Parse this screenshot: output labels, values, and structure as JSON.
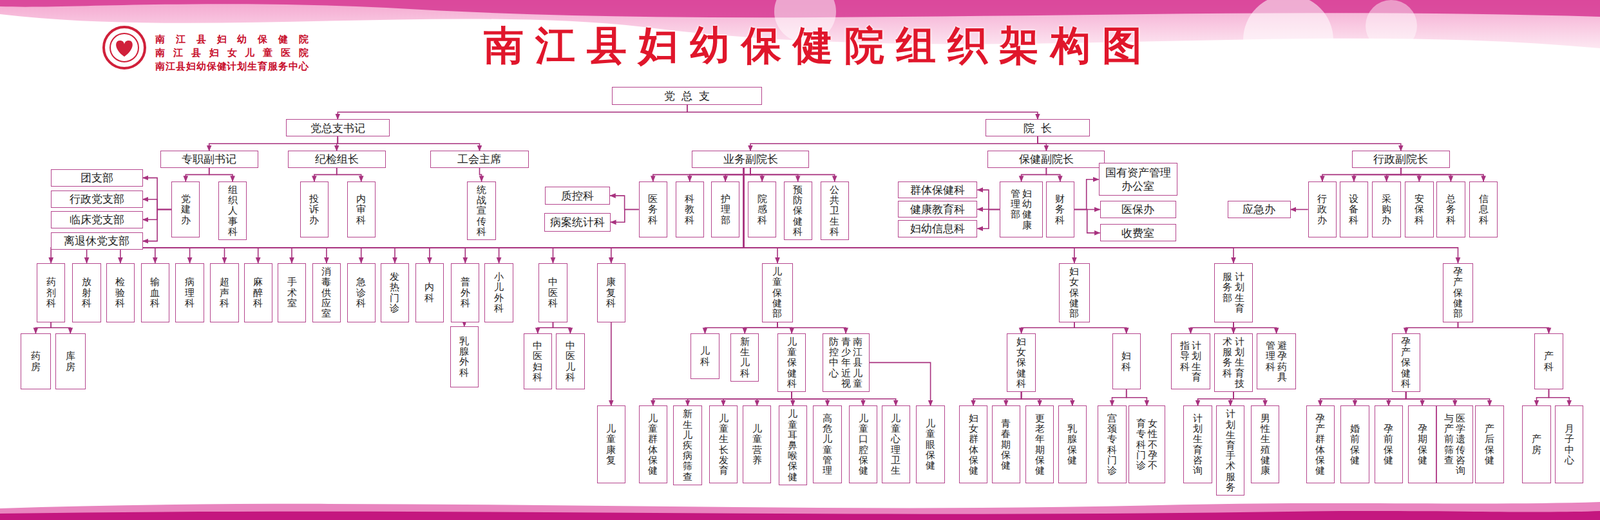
{
  "diagram": {
    "title": "南江县妇幼保健院组织架构图",
    "nodes": [
      {
        "text": [
          "党总支"
        ]
      },
      {
        "text": [
          "党总支书记"
        ]
      },
      {
        "text": [
          "院长"
        ]
      },
      {
        "text": [
          "专职副书记"
        ]
      },
      {
        "text": [
          "纪检组长"
        ]
      },
      {
        "text": [
          "工会主席"
        ]
      },
      {
        "text": [
          "业务副院长"
        ]
      },
      {
        "text": [
          "保健副院长"
        ]
      },
      {
        "text": [
          "行政副院长"
        ]
      },
      {
        "text": [
          "团支部"
        ]
      },
      {
        "text": [
          "行政党支部"
        ]
      },
      {
        "text": [
          "临床党支部"
        ]
      },
      {
        "text": [
          "离退休党支部"
        ]
      },
      {
        "text": [
          "党建办"
        ]
      },
      {
        "text": [
          "组织人事科"
        ]
      },
      {
        "text": [
          "投诉办"
        ]
      },
      {
        "text": [
          "内审科"
        ]
      },
      {
        "text": [
          "统战宣传科"
        ]
      },
      {
        "text": [
          "质控科"
        ]
      },
      {
        "text": [
          "病案统计科"
        ]
      },
      {
        "text": [
          "医务科"
        ]
      },
      {
        "text": [
          "科教科"
        ]
      },
      {
        "text": [
          "护理部"
        ]
      },
      {
        "text": [
          "院感科"
        ]
      },
      {
        "text": [
          "预防保健科"
        ]
      },
      {
        "text": [
          "公共卫生科"
        ]
      },
      {
        "text": [
          "群体保健科"
        ]
      },
      {
        "text": [
          "健康教育科"
        ]
      },
      {
        "text": [
          "妇幼信息科"
        ]
      },
      {
        "text": [
          "妇幼健康管理部"
        ]
      },
      {
        "text": [
          "财务科"
        ]
      },
      {
        "text": [
          "国有资产管理办公室"
        ]
      },
      {
        "text": [
          "医保办"
        ]
      },
      {
        "text": [
          "收费室"
        ]
      },
      {
        "text": [
          "应急办"
        ]
      },
      {
        "text": [
          "行政办"
        ]
      },
      {
        "text": [
          "设备科"
        ]
      },
      {
        "text": [
          "采购办"
        ]
      },
      {
        "text": [
          "安保科"
        ]
      },
      {
        "text": [
          "总务科"
        ]
      },
      {
        "text": [
          "信息科"
        ]
      },
      {
        "text": [
          "药剂科"
        ]
      },
      {
        "text": [
          "放射科"
        ]
      },
      {
        "text": [
          "检验科"
        ]
      },
      {
        "text": [
          "输血科"
        ]
      },
      {
        "text": [
          "病理科"
        ]
      },
      {
        "text": [
          "超声科"
        ]
      },
      {
        "text": [
          "麻醉科"
        ]
      },
      {
        "text": [
          "手术室"
        ]
      },
      {
        "text": [
          "消毒供应室"
        ]
      },
      {
        "text": [
          "急诊科"
        ]
      },
      {
        "text": [
          "发热门诊"
        ]
      },
      {
        "text": [
          "内科"
        ]
      },
      {
        "text": [
          "普外科"
        ]
      },
      {
        "text": [
          "小儿外科"
        ]
      },
      {
        "text": [
          "中医科"
        ]
      },
      {
        "text": [
          "康复科"
        ]
      },
      {
        "text": [
          "儿童保健部"
        ]
      },
      {
        "text": [
          "妇女保健部"
        ]
      },
      {
        "text": [
          "计划生育服务部"
        ]
      },
      {
        "text": [
          "孕产保健部"
        ]
      },
      {
        "text": [
          "药房"
        ]
      },
      {
        "text": [
          "库房"
        ]
      },
      {
        "text": [
          "乳腺外科"
        ]
      },
      {
        "text": [
          "中医妇科"
        ]
      },
      {
        "text": [
          "中医儿科"
        ]
      },
      {
        "text": [
          "儿科"
        ]
      },
      {
        "text": [
          "新生儿科"
        ]
      },
      {
        "text": [
          "儿童保健科"
        ]
      },
      {
        "text": [
          "南江县儿童青少年近视防控中心"
        ]
      },
      {
        "text": [
          "妇女保健科"
        ]
      },
      {
        "text": [
          "妇科"
        ]
      },
      {
        "text": [
          "计划生育指导科"
        ]
      },
      {
        "text": [
          "计划生育技术服务科"
        ]
      },
      {
        "text": [
          "避孕药具管理科"
        ]
      },
      {
        "text": [
          "孕产保健科"
        ]
      },
      {
        "text": [
          "产科"
        ]
      },
      {
        "text": [
          "儿童康复"
        ]
      },
      {
        "text": [
          "儿童群体保健"
        ]
      },
      {
        "text": [
          "新生儿疾病筛查"
        ]
      },
      {
        "text": [
          "儿童生长发育"
        ]
      },
      {
        "text": [
          "儿童营养"
        ]
      },
      {
        "text": [
          "儿童耳鼻喉保健"
        ]
      },
      {
        "text": [
          "高危儿童管理"
        ]
      },
      {
        "text": [
          "儿童口腔保健"
        ]
      },
      {
        "text": [
          "儿童心理卫生"
        ]
      },
      {
        "text": [
          "儿童眼保健"
        ]
      },
      {
        "text": [
          "妇女群体保健"
        ]
      },
      {
        "text": [
          "青春期保健"
        ]
      },
      {
        "text": [
          "更老年期保健"
        ]
      },
      {
        "text": [
          "乳腺保健"
        ]
      },
      {
        "text": [
          "宫颈专科门诊"
        ]
      },
      {
        "text": [
          "女性不孕不育专科门诊"
        ]
      },
      {
        "text": [
          "计划生育咨询"
        ]
      },
      {
        "text": [
          "计划生育手术服务"
        ]
      },
      {
        "text": [
          "男性生殖健康"
        ]
      },
      {
        "text": [
          "孕产群体保健"
        ]
      },
      {
        "text": [
          "婚前保健"
        ]
      },
      {
        "text": [
          "孕前保健"
        ]
      },
      {
        "text": [
          "孕期保健"
        ]
      },
      {
        "text": [
          "医学遗传咨询与产前筛查"
        ]
      },
      {
        "text": [
          "产后保健"
        ]
      },
      {
        "text": [
          "产房"
        ]
      },
      {
        "text": [
          "月子中心"
        ]
      }
    ],
    "edges": [
      {
        "from": 0,
        "to": 1,
        "arrow": "to"
      },
      {
        "from": 0,
        "to": 2,
        "arrow": "to"
      },
      {
        "from": 1,
        "to": 3,
        "arrow": "to"
      },
      {
        "from": 1,
        "to": 4,
        "arrow": "to"
      },
      {
        "from": 1,
        "to": 5,
        "arrow": "to"
      },
      {
        "from": 2,
        "to": 6,
        "arrow": "to"
      },
      {
        "from": 2,
        "to": 7,
        "arrow": "to"
      },
      {
        "from": 2,
        "to": 8,
        "arrow": "to"
      },
      {
        "from": 3,
        "to": 13,
        "arrow": "to"
      },
      {
        "from": 3,
        "to": 14,
        "arrow": "to"
      },
      {
        "from": 4,
        "to": 15,
        "arrow": "to"
      },
      {
        "from": 4,
        "to": 16,
        "arrow": "to"
      },
      {
        "from": 5,
        "to": 17,
        "arrow": "to"
      },
      {
        "from": 13,
        "to": 9,
        "arrow": "to"
      },
      {
        "from": 13,
        "to": 10,
        "arrow": "to"
      },
      {
        "from": 13,
        "to": 11,
        "arrow": "to"
      },
      {
        "from": 13,
        "to": 12,
        "arrow": "to"
      },
      {
        "from": 6,
        "to": 20,
        "arrow": "to"
      },
      {
        "from": 6,
        "to": 21,
        "arrow": "to"
      },
      {
        "from": 6,
        "to": 22,
        "arrow": "to"
      },
      {
        "from": 6,
        "to": 23,
        "arrow": "to"
      },
      {
        "from": 6,
        "to": 24,
        "arrow": "to"
      },
      {
        "from": 6,
        "to": 25,
        "arrow": "to"
      },
      {
        "from": 20,
        "to": 18,
        "arrow": "to"
      },
      {
        "from": 20,
        "to": 19,
        "arrow": "to"
      },
      {
        "from": 7,
        "to": 29,
        "arrow": "to"
      },
      {
        "from": 7,
        "to": 30,
        "arrow": "to"
      },
      {
        "from": 29,
        "to": 26,
        "arrow": "to"
      },
      {
        "from": 29,
        "to": 27,
        "arrow": "to"
      },
      {
        "from": 29,
        "to": 28,
        "arrow": "to"
      },
      {
        "from": 30,
        "to": 31,
        "arrow": "to"
      },
      {
        "from": 30,
        "to": 32,
        "arrow": "to"
      },
      {
        "from": 30,
        "to": 33,
        "arrow": "to"
      },
      {
        "from": 8,
        "to": 35,
        "arrow": "to"
      },
      {
        "from": 8,
        "to": 36,
        "arrow": "to"
      },
      {
        "from": 8,
        "to": 37,
        "arrow": "to"
      },
      {
        "from": 8,
        "to": 38,
        "arrow": "to"
      },
      {
        "from": 8,
        "to": 39,
        "arrow": "to"
      },
      {
        "from": 8,
        "to": 40,
        "arrow": "to"
      },
      {
        "from": 35,
        "to": 34,
        "arrow": "to"
      },
      {
        "from": 6,
        "to": 41,
        "arrow": "to"
      },
      {
        "from": 6,
        "to": 42,
        "arrow": "to"
      },
      {
        "from": 6,
        "to": 43,
        "arrow": "to"
      },
      {
        "from": 6,
        "to": 44,
        "arrow": "to"
      },
      {
        "from": 6,
        "to": 45,
        "arrow": "to"
      },
      {
        "from": 6,
        "to": 46,
        "arrow": "to"
      },
      {
        "from": 6,
        "to": 47,
        "arrow": "to"
      },
      {
        "from": 6,
        "to": 48,
        "arrow": "to"
      },
      {
        "from": 6,
        "to": 49,
        "arrow": "to"
      },
      {
        "from": 6,
        "to": 50,
        "arrow": "to"
      },
      {
        "from": 6,
        "to": 51,
        "arrow": "to"
      },
      {
        "from": 6,
        "to": 52,
        "arrow": "to"
      },
      {
        "from": 6,
        "to": 53,
        "arrow": "to"
      },
      {
        "from": 6,
        "to": 54,
        "arrow": "to"
      },
      {
        "from": 6,
        "to": 55,
        "arrow": "to"
      },
      {
        "from": 6,
        "to": 56,
        "arrow": "to"
      },
      {
        "from": 6,
        "to": 57,
        "arrow": "to"
      },
      {
        "from": 6,
        "to": 58,
        "arrow": "to"
      },
      {
        "from": 6,
        "to": 59,
        "arrow": "to"
      },
      {
        "from": 6,
        "to": 60,
        "arrow": "to"
      },
      {
        "from": 41,
        "to": 61,
        "arrow": "to"
      },
      {
        "from": 41,
        "to": 62,
        "arrow": "to"
      },
      {
        "from": 53,
        "to": 63,
        "arrow": "to"
      },
      {
        "from": 55,
        "to": 64,
        "arrow": "to"
      },
      {
        "from": 55,
        "to": 65,
        "arrow": "to"
      },
      {
        "from": 56,
        "to": 77,
        "arrow": "to"
      },
      {
        "from": 57,
        "to": 66,
        "arrow": "to"
      },
      {
        "from": 57,
        "to": 67,
        "arrow": "to"
      },
      {
        "from": 57,
        "to": 68,
        "arrow": "to"
      },
      {
        "from": 57,
        "to": 69,
        "arrow": "to"
      },
      {
        "from": 58,
        "to": 70,
        "arrow": "to"
      },
      {
        "from": 58,
        "to": 71,
        "arrow": "to"
      },
      {
        "from": 59,
        "to": 72,
        "arrow": "to"
      },
      {
        "from": 59,
        "to": 73,
        "arrow": "to"
      },
      {
        "from": 59,
        "to": 74,
        "arrow": "to"
      },
      {
        "from": 60,
        "to": 75,
        "arrow": "to"
      },
      {
        "from": 60,
        "to": 76,
        "arrow": "to"
      },
      {
        "from": 68,
        "to": 78,
        "arrow": "to"
      },
      {
        "from": 68,
        "to": 79,
        "arrow": "to"
      },
      {
        "from": 68,
        "to": 80,
        "arrow": "to"
      },
      {
        "from": 68,
        "to": 81,
        "arrow": "to"
      },
      {
        "from": 68,
        "to": 82,
        "arrow": "to"
      },
      {
        "from": 68,
        "to": 83,
        "arrow": "to"
      },
      {
        "from": 68,
        "to": 84,
        "arrow": "to"
      },
      {
        "from": 68,
        "to": 85,
        "arrow": "to"
      },
      {
        "from": 69,
        "to": 86,
        "arrow": "to"
      },
      {
        "from": 70,
        "to": 87,
        "arrow": "to"
      },
      {
        "from": 70,
        "to": 88,
        "arrow": "to"
      },
      {
        "from": 70,
        "to": 89,
        "arrow": "to"
      },
      {
        "from": 70,
        "to": 90,
        "arrow": "to"
      },
      {
        "from": 71,
        "to": 91,
        "arrow": "to"
      },
      {
        "from": 71,
        "to": 92,
        "arrow": "to"
      },
      {
        "from": 73,
        "to": 93,
        "arrow": "to"
      },
      {
        "from": 73,
        "to": 94,
        "arrow": "to"
      },
      {
        "from": 73,
        "to": 95,
        "arrow": "to"
      },
      {
        "from": 75,
        "to": 96,
        "arrow": "to"
      },
      {
        "from": 75,
        "to": 97,
        "arrow": "to"
      },
      {
        "from": 75,
        "to": 98,
        "arrow": "to"
      },
      {
        "from": 75,
        "to": 99,
        "arrow": "to"
      },
      {
        "from": 75,
        "to": 100,
        "arrow": "to"
      },
      {
        "from": 75,
        "to": 101,
        "arrow": "to"
      },
      {
        "from": 76,
        "to": 102,
        "arrow": "to"
      },
      {
        "from": 76,
        "to": 103,
        "arrow": "to"
      }
    ],
    "labels": [
      "南江县妇幼保健院",
      "南江县妇女儿童医院",
      "南江县妇幼保健计划生育服务中心"
    ]
  }
}
